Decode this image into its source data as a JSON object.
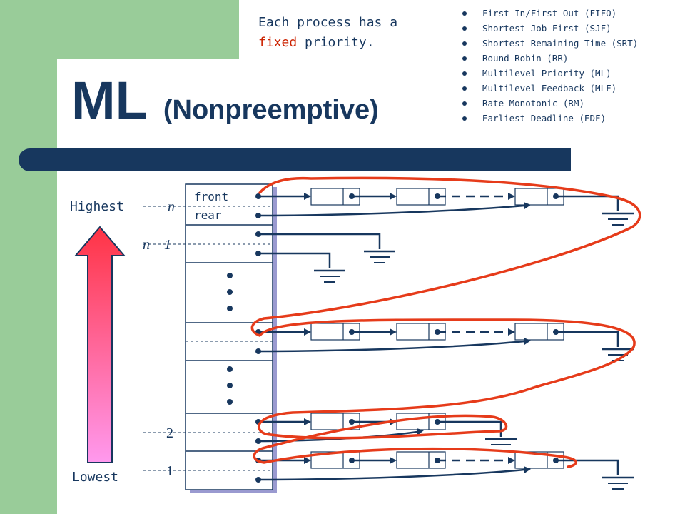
{
  "slide": {
    "title": "ML",
    "subtitle": "(Nonpreemptive)",
    "note_line1": "Each process has a",
    "note_fixed": "fixed",
    "note_priority": "priority."
  },
  "algorithms": [
    "First-In/First-Out (FIFO)",
    "Shortest-Job-First (SJF)",
    "Shortest-Remaining-Time (SRT)",
    "Round-Robin (RR)",
    "Multilevel Priority (ML)",
    "Multilevel Feedback (MLF)",
    "Rate Monotonic (RM)",
    "Earliest Deadline (EDF)"
  ],
  "diagram": {
    "highest": "Highest",
    "lowest": "Lowest",
    "front": "front",
    "rear": "rear",
    "level_n": "n",
    "level_n1": "n – 1",
    "level_2": "2",
    "level_1": "1"
  },
  "colors": {
    "navy": "#17375e",
    "green": "#99cc99",
    "red_path": "#e63b1a",
    "arrow_top": "#ff3344",
    "arrow_bottom": "#ff99ee"
  }
}
